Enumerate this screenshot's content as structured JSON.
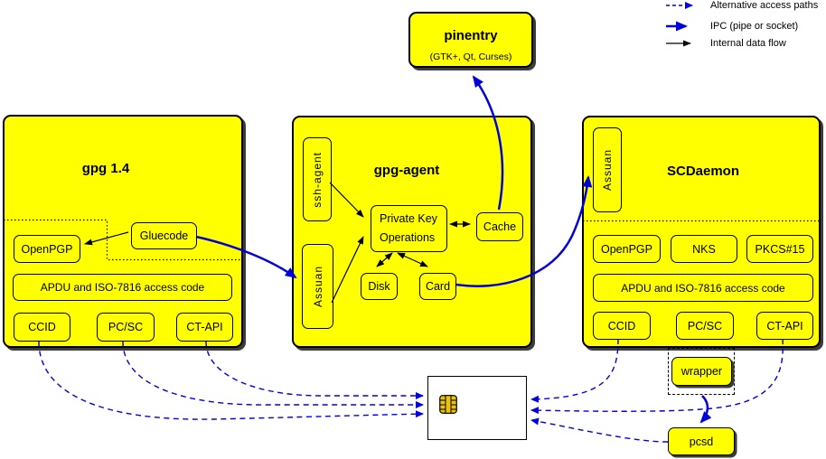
{
  "legend": {
    "alternative": "Alternative access paths",
    "ipc": "IPC (pipe or socket)",
    "internal": "Internal data flow"
  },
  "pinentry": {
    "title": "pinentry",
    "subtitle": "(GTK+, Qt, Curses)"
  },
  "gpg14": {
    "title": "gpg 1.4",
    "openpgp": "OpenPGP",
    "gluecode": "Gluecode",
    "apdu": "APDU and ISO-7816 access code",
    "ccid": "CCID",
    "pcsc": "PC/SC",
    "ctapi": "CT-API"
  },
  "gpgagent": {
    "title": "gpg-agent",
    "sshagent": "ssh-agent",
    "assuan": "Assuan",
    "pko1": "Private Key",
    "pko2": "Operations",
    "cache": "Cache",
    "disk": "Disk",
    "card": "Card"
  },
  "scdaemon": {
    "title": "SCDaemon",
    "assuan": "Assuan",
    "openpgp": "OpenPGP",
    "nks": "NKS",
    "pkcs15": "PKCS#15",
    "apdu": "APDU and ISO-7816 access code",
    "ccid": "CCID",
    "pcsc": "PC/SC",
    "ctapi": "CT-API"
  },
  "external": {
    "wrapper": "wrapper",
    "pcsd": "pcsd"
  },
  "icons": {
    "smartcard_chip": "smartcard-chip-icon"
  },
  "colors": {
    "node_fill": "#ffff00",
    "line_blue": "#0000dd",
    "line_black": "#000000",
    "chip_gold": "#edc00c"
  }
}
